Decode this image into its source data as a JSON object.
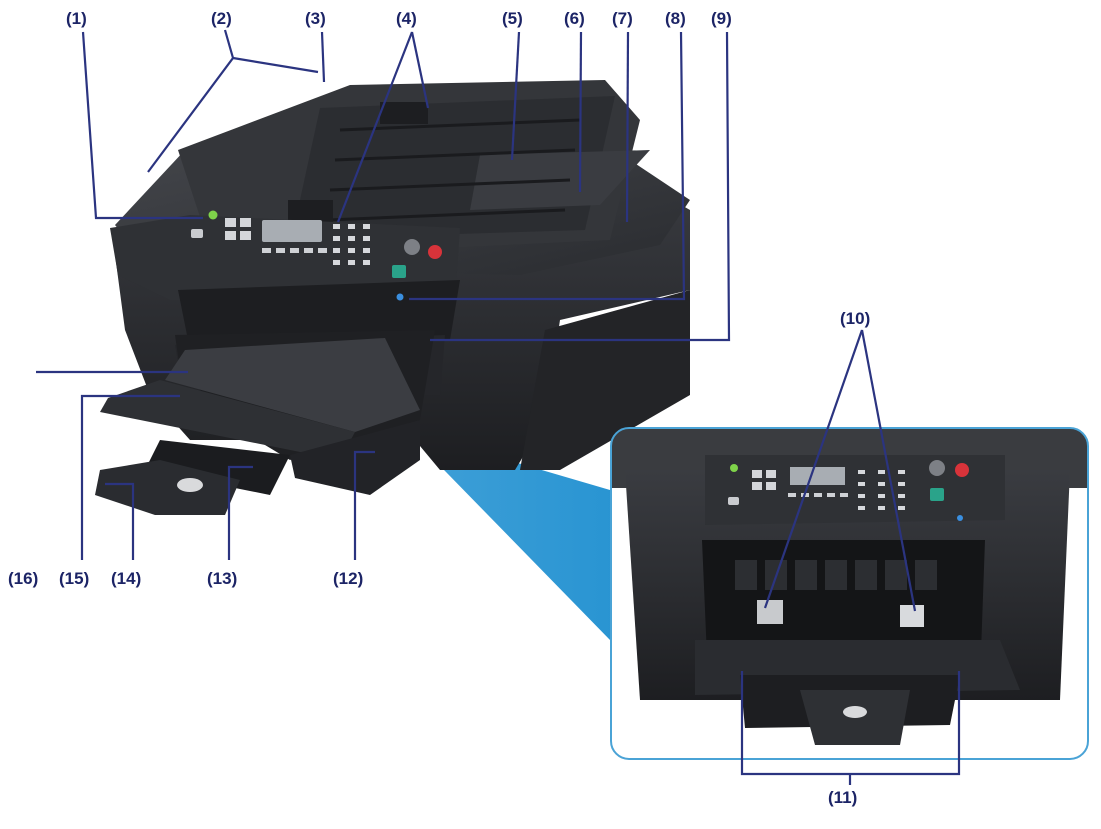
{
  "callouts": [
    {
      "id": "1",
      "text": "(1)"
    },
    {
      "id": "2",
      "text": "(2)"
    },
    {
      "id": "3",
      "text": "(3)"
    },
    {
      "id": "4",
      "text": "(4)"
    },
    {
      "id": "5",
      "text": "(5)"
    },
    {
      "id": "6",
      "text": "(6)"
    },
    {
      "id": "7",
      "text": "(7)"
    },
    {
      "id": "8",
      "text": "(8)"
    },
    {
      "id": "9",
      "text": "(9)"
    },
    {
      "id": "10",
      "text": "(10)"
    },
    {
      "id": "11",
      "text": "(11)"
    },
    {
      "id": "12",
      "text": "(12)"
    },
    {
      "id": "13",
      "text": "(13)"
    },
    {
      "id": "14",
      "text": "(14)"
    },
    {
      "id": "15",
      "text": "(15)"
    },
    {
      "id": "16",
      "text": "(16)"
    }
  ],
  "colors": {
    "label": "#1c2466",
    "leader": "#2b3480",
    "printer_body": "#2a2c30",
    "printer_dark": "#1a1b1e",
    "inset_border": "#4aa3d6",
    "zoom_beam": "#1e8fd0",
    "lamp_green": "#7fd34a",
    "button_red": "#d8333a",
    "button_teal": "#2aa38a",
    "status_blue": "#3a8fe0"
  }
}
